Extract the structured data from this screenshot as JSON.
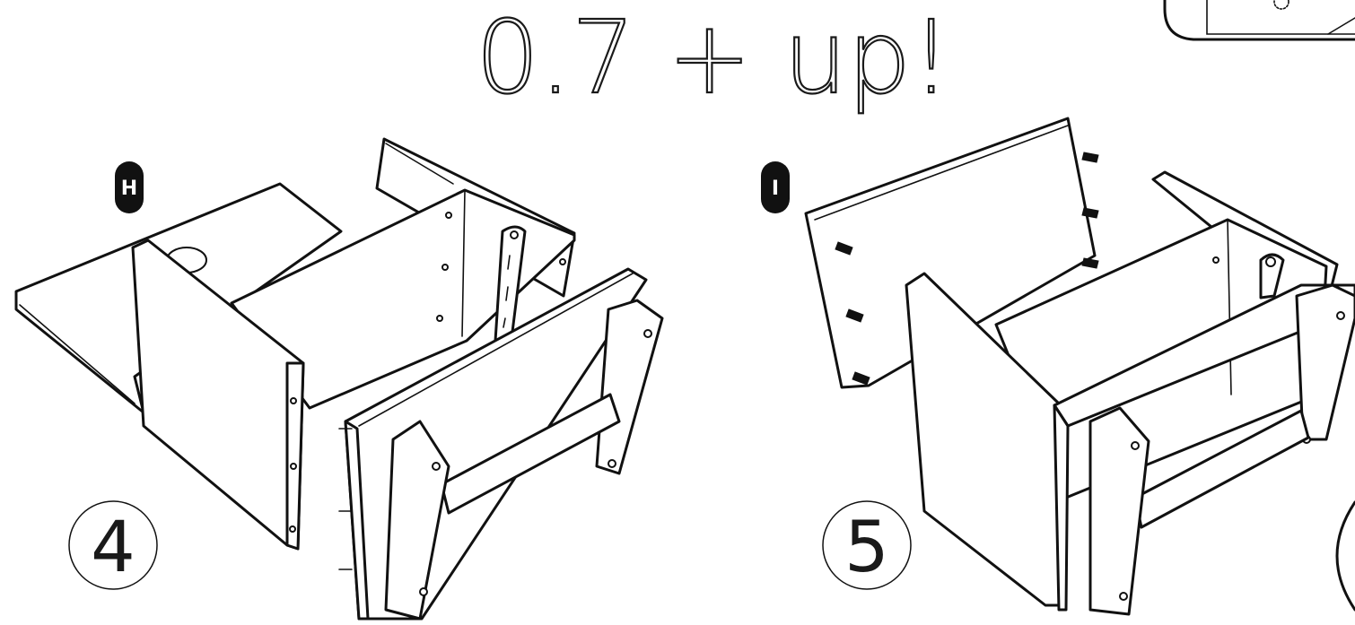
{
  "heading": {
    "text": "0.7 + up!"
  },
  "steps": [
    {
      "number": "4",
      "part_label": "H"
    },
    {
      "number": "5",
      "part_label": "I"
    }
  ]
}
